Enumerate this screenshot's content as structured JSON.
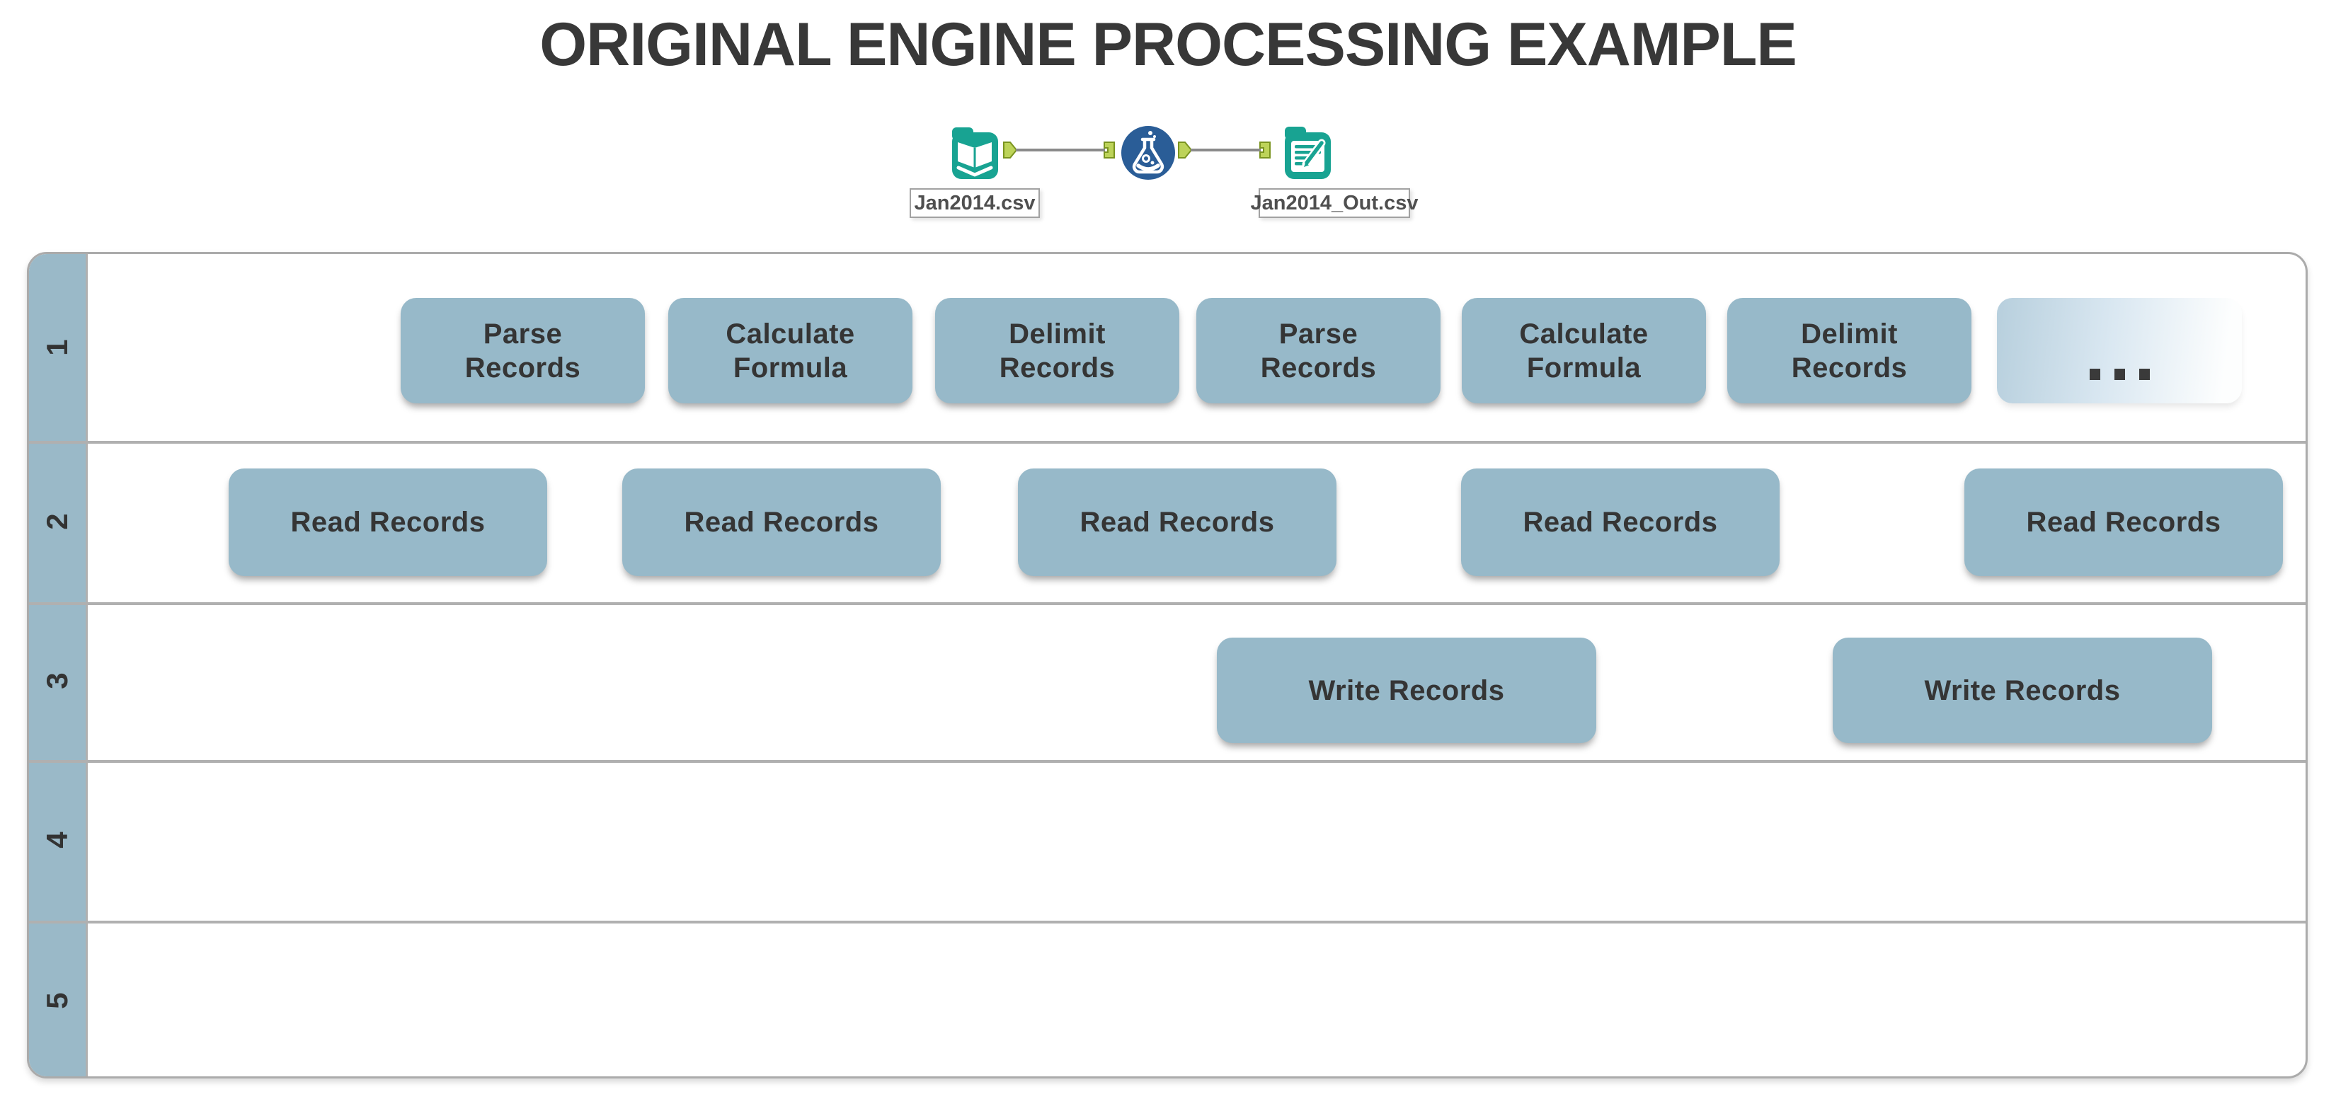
{
  "title": "ORIGINAL ENGINE PROCESSING EXAMPLE",
  "workflow": {
    "input_file": "Jan2014.csv",
    "output_file": "Jan2014_Out.csv",
    "tools": [
      "input-data",
      "formula",
      "output-data"
    ],
    "colors": {
      "tool_teal": "#18a392",
      "formula_blue": "#2a5d97",
      "anchor_green": "#bdd359",
      "anchor_border": "#7a941f",
      "connector_gray": "#8a8a8a"
    }
  },
  "swimlanes": {
    "colors": {
      "lane_fill": "#9ab9c8",
      "box_fill": "#97b9c9",
      "box_text": "#353535",
      "border": "#ababab"
    },
    "lanes": [
      {
        "number": "1",
        "boxes": [
          "Parse\nRecords",
          "Calculate\nFormula",
          "Delimit\nRecords",
          "Parse\nRecords",
          "Calculate\nFormula",
          "Delimit\nRecords"
        ],
        "more_label": "..."
      },
      {
        "number": "2",
        "boxes": [
          "Read Records",
          "Read Records",
          "Read Records",
          "Read Records",
          "Read Records"
        ]
      },
      {
        "number": "3",
        "boxes": [
          "Write Records",
          "Write Records"
        ]
      },
      {
        "number": "4",
        "boxes": []
      },
      {
        "number": "5",
        "boxes": []
      }
    ]
  }
}
